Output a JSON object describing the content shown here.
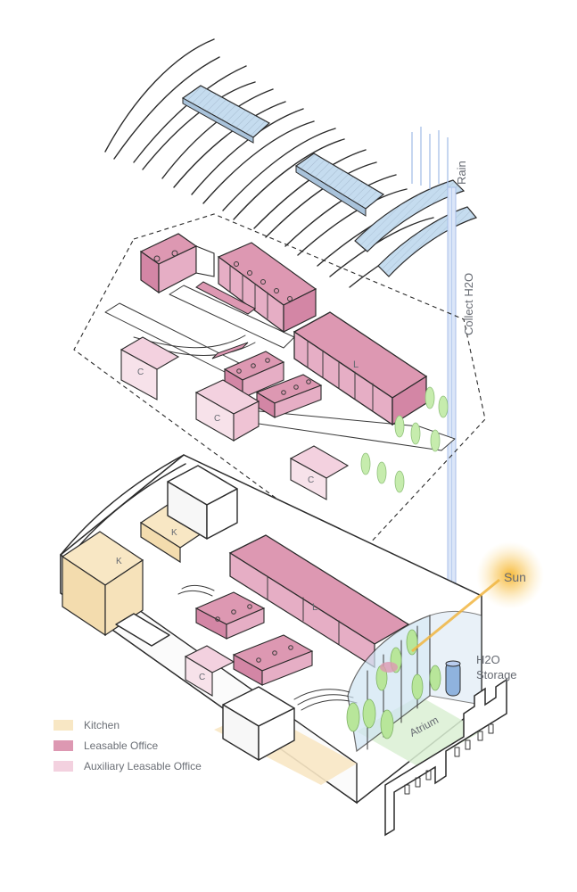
{
  "labels": {
    "rain": "Rain",
    "collect_h2o": "Collect H2O",
    "sun": "Sun",
    "h2o_storage_line1": "H2O",
    "h2o_storage_line2": "Storage",
    "atrium": "Atrium"
  },
  "room_marks": {
    "kitchen": "K",
    "leasable": "L",
    "auxiliary": "C"
  },
  "legend": [
    {
      "label": "Kitchen",
      "color": "#f8e7c4"
    },
    {
      "label": "Leasable Office",
      "color": "#dd98b2"
    },
    {
      "label": "Auxiliary Leasable Office",
      "color": "#f3d1df"
    }
  ],
  "colors": {
    "kitchen": "#f8e7c4",
    "leasable": "#dd98b2",
    "auxiliary": "#f3d1df",
    "glass": "#c5dcef",
    "water": "#b9cdef",
    "tree": "#c6ecad",
    "atrium": "#dbf0d4",
    "sun": "#f5b52a"
  }
}
